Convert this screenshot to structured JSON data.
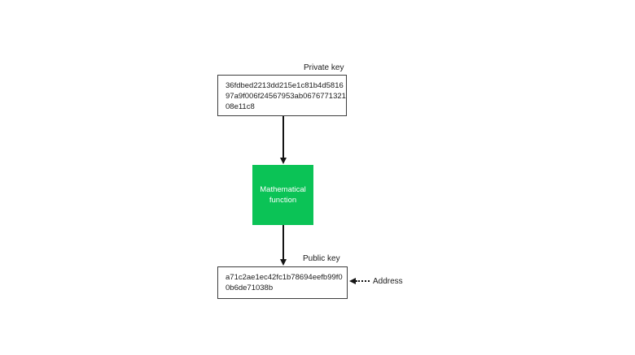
{
  "diagram": {
    "private_key": {
      "label": "Private key",
      "lines": [
        "36fdbed2213dd215e1c81b4d5816",
        "97a9f006f24567953ab0676771321",
        "08e11c8"
      ]
    },
    "function_box": {
      "lines": [
        "Mathematical",
        "function"
      ]
    },
    "public_key": {
      "label": "Public key",
      "lines": [
        "a71c2ae1ec42fc1b78694eefb99f0",
        "0b6de71038b"
      ]
    },
    "address": {
      "label": "Address"
    },
    "colors": {
      "accent_green": "#0bc356",
      "arrow_line": "#141414",
      "box_border": "#3d3d3d",
      "text": "#1c1c1c",
      "background": "#ffffff"
    }
  }
}
